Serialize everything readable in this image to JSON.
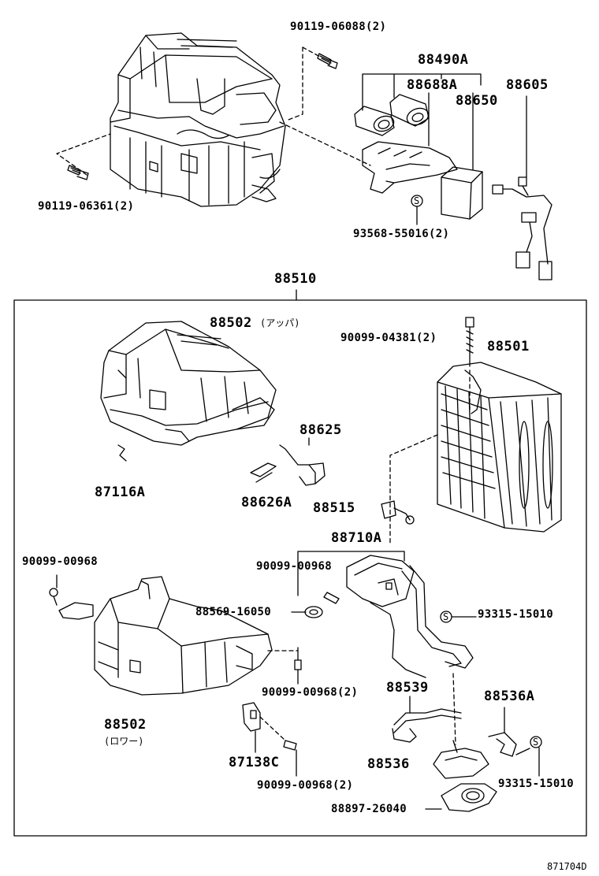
{
  "labels": {
    "bolt_top": "90119-06088(2)",
    "bolt_left": "90119-06361(2)",
    "relay_kit": "88490A",
    "relay_a": "88688A",
    "relay_b": "88605",
    "relay_c": "88650",
    "screw_bracket": "93568-55016(2)",
    "assembly": "88510",
    "upper_case": "88502",
    "upper_case_note": "(アッパ)",
    "screw_top": "90099-04381(2)",
    "evaporator": "88501",
    "thermistor": "88625",
    "clip_left": "87116A",
    "clip_mid": "88626A",
    "pressure_switch": "88515",
    "expansion_valve": "88710A",
    "screw_left": "90099-00968",
    "screw_valve": "90099-00968",
    "o_ring": "88569-16050",
    "o_ring_right": "93315-15010",
    "screw_case": "90099-00968(2)",
    "pipe_a": "88539",
    "pipe_b": "88536A",
    "lower_case": "88502",
    "lower_case_note": "(ロワー)",
    "bracket": "87138C",
    "pipe_c": "88536",
    "o_ring_bottom": "93315-15010",
    "screw_bottom": "90099-00968(2)",
    "seal": "88897-26040",
    "figure_code": "871704D"
  },
  "symbols": {
    "s_mark": "S"
  }
}
